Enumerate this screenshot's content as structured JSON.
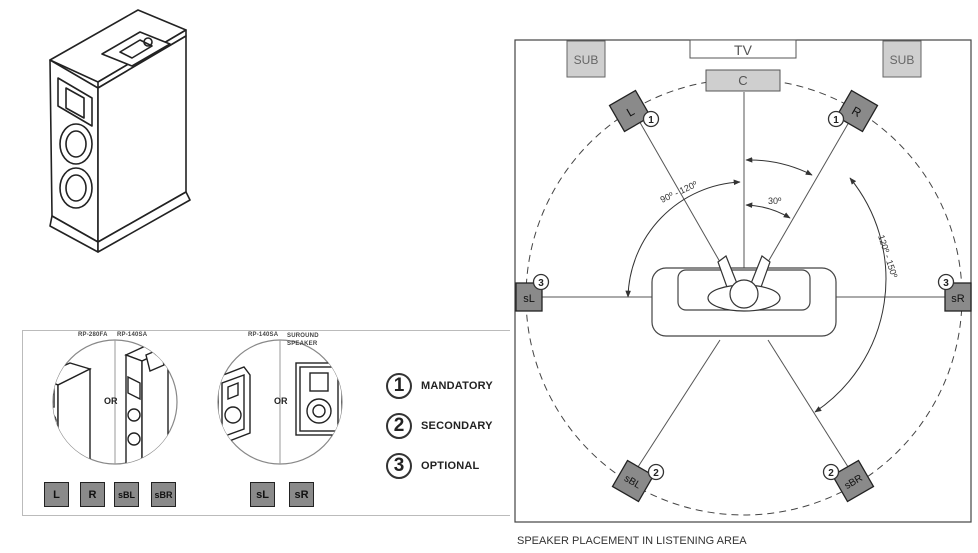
{
  "room": {
    "tv_label": "TV",
    "center_label": "C",
    "sub_left": "SUB",
    "sub_right": "SUB",
    "angle_front": "90º - 120º",
    "angle_center": "30º",
    "angle_rear": "120º - 150º",
    "caption": "SPEAKER PLACEMENT IN LISTENING AREA"
  },
  "speakers": [
    {
      "id": "L",
      "label": "L",
      "priority": "1"
    },
    {
      "id": "R",
      "label": "R",
      "priority": "1"
    },
    {
      "id": "sL",
      "label": "sL",
      "priority": "3"
    },
    {
      "id": "sR",
      "label": "sR",
      "priority": "3"
    },
    {
      "id": "sBL",
      "label": "sBL",
      "priority": "2"
    },
    {
      "id": "sBR",
      "label": "sBR",
      "priority": "2"
    }
  ],
  "legend": [
    {
      "num": "1",
      "text": "MANDATORY"
    },
    {
      "num": "2",
      "text": "SECONDARY"
    },
    {
      "num": "3",
      "text": "OPTIONAL"
    }
  ],
  "options_panel": {
    "left_circle": {
      "caption_a": "RP-280FA",
      "caption_b": "RP-140SA",
      "or_label": "OR"
    },
    "right_circle": {
      "caption_a": "RP-140SA",
      "caption_b_line1": "SUROUND",
      "caption_b_line2": "SPEAKER",
      "or_label": "OR"
    },
    "left_chips": [
      "L",
      "R",
      "sBL",
      "sBR"
    ],
    "right_chips": [
      "sL",
      "sR"
    ]
  },
  "colors": {
    "speaker_fill": "#8a8a8a",
    "outline": "#222222",
    "sub_fill": "#cfcfcf"
  }
}
